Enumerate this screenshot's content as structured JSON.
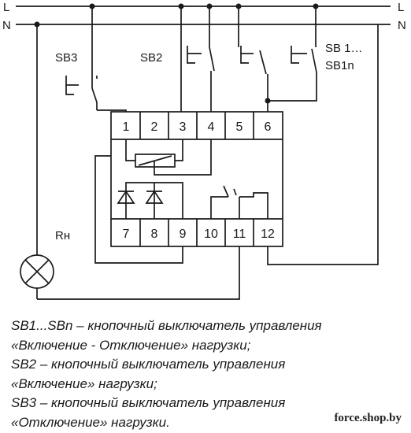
{
  "lines": {
    "L": "L",
    "N": "N"
  },
  "buttons": {
    "sb3": "SB3",
    "sb2": "SB2",
    "sb1_line1": "SB 1…",
    "sb1_line2": "SB1n"
  },
  "load_label": "Rн",
  "terminals": [
    "1",
    "2",
    "3",
    "4",
    "5",
    "6",
    "7",
    "8",
    "9",
    "10",
    "11",
    "12"
  ],
  "caption": [
    "SB1...SBn – кнопочный выключатель управления",
    "«Включение - Отключение» нагрузки;",
    "SB2 – кнопочный выключатель управления",
    "«Включение» нагрузки;",
    "SB3 – кнопочный выключатель управления",
    "«Отключение» нагрузки."
  ],
  "watermark": "force.shop.by"
}
